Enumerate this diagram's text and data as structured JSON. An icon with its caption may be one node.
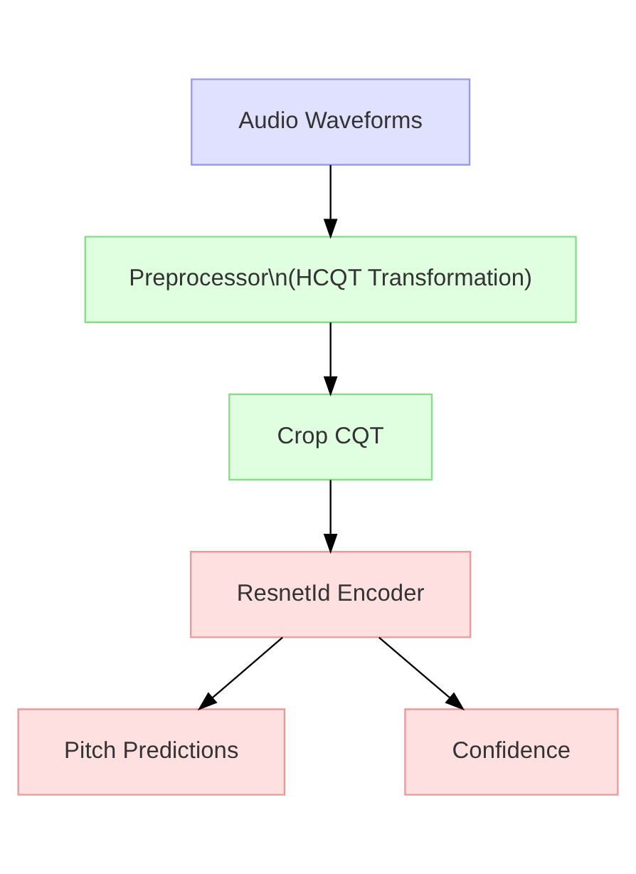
{
  "diagram": {
    "nodes": [
      {
        "text": [
          "Audio Waveforms"
        ]
      },
      {
        "text": [
          "Preprocessor\\n(HCQT Transformation)"
        ]
      },
      {
        "text": [
          "Crop CQT"
        ]
      },
      {
        "text": [
          "ResnetId Encoder"
        ]
      },
      {
        "text": [
          "Pitch Predictions"
        ]
      },
      {
        "text": [
          "Confidence"
        ]
      }
    ],
    "edges": [
      {
        "from": 0,
        "to": 1,
        "arrow": "to"
      },
      {
        "from": 1,
        "to": 2,
        "arrow": "to"
      },
      {
        "from": 2,
        "to": 3,
        "arrow": "to"
      },
      {
        "from": 3,
        "to": 4,
        "arrow": "to"
      },
      {
        "from": 3,
        "to": 5,
        "arrow": "to"
      }
    ]
  }
}
